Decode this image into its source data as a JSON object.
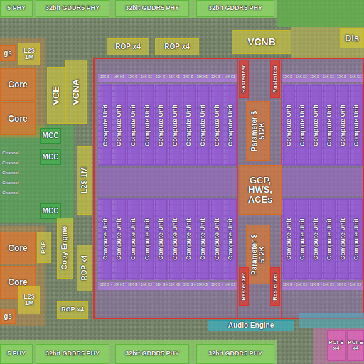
{
  "diagram": {
    "nodes": [
      {
        "text": [
          "5 PHY"
        ]
      },
      {
        "text": [
          "32bit GDDR5 PHY"
        ]
      },
      {
        "text": [
          "32bit GDDR5 PHY"
        ]
      },
      {
        "text": [
          "32bit GDDR5 PHY"
        ]
      },
      {
        "text": [
          "ROP x4"
        ]
      },
      {
        "text": [
          "ROP x4"
        ]
      },
      {
        "text": [
          "VCNB"
        ]
      },
      {
        "text": [
          "Dis"
        ]
      },
      {
        "text": [
          "gs"
        ]
      },
      {
        "text": [
          "L2$ 1M"
        ]
      },
      {
        "text": [
          "Core"
        ]
      },
      {
        "text": [
          "Core"
        ]
      },
      {
        "text": [
          "VCE"
        ]
      },
      {
        "text": [
          "VCNA"
        ]
      },
      {
        "text": [
          "MCC"
        ]
      },
      {
        "text": [
          "MCC"
        ]
      },
      {
        "text": [
          "L2$ 1M"
        ]
      },
      {
        "text": [
          "MCC"
        ]
      },
      {
        "text": [
          "Core"
        ]
      },
      {
        "text": [
          "PSP"
        ]
      },
      {
        "text": [
          "Copy Engine"
        ]
      },
      {
        "text": [
          "ROP x4"
        ]
      },
      {
        "text": [
          "Core"
        ]
      },
      {
        "text": [
          "L2$ 1M"
        ]
      },
      {
        "text": [
          "gs"
        ]
      },
      {
        "text": [
          "ROP x4"
        ]
      },
      {
        "text": [
          "Rasterizer"
        ]
      },
      {
        "text": [
          "Rasterizer"
        ]
      },
      {
        "text": [
          "Parameter $ 512K"
        ]
      },
      {
        "text": [
          "GCP, HWS, ACEs"
        ]
      },
      {
        "text": [
          "Parameter $ 512K"
        ]
      },
      {
        "text": [
          "Rasterizer"
        ]
      },
      {
        "text": [
          "Rasterizer"
        ]
      },
      {
        "text": [
          "Audio Engine"
        ]
      },
      {
        "text": [
          "PCI-E x4"
        ]
      },
      {
        "text": [
          "PCI-E x4"
        ]
      },
      {
        "text": [
          "5 PHY"
        ]
      },
      {
        "text": [
          "32bit GDDR5 PHY"
        ]
      },
      {
        "text": [
          "32bit GDDR5 PHY"
        ]
      },
      {
        "text": [
          "32bit GDDR5 PHY"
        ]
      },
      {
        "text": [
          "Compute Unit"
        ]
      },
      {
        "text": [
          "Compute Unit"
        ]
      },
      {
        "text": [
          "Compute Unit"
        ]
      },
      {
        "text": [
          "Compute Unit"
        ]
      },
      {
        "text": [
          "Compute Unit"
        ]
      },
      {
        "text": [
          "Compute Unit"
        ]
      },
      {
        "text": [
          "Compute Unit"
        ]
      },
      {
        "text": [
          "Compute Unit"
        ]
      },
      {
        "text": [
          "Compute Unit"
        ]
      },
      {
        "text": [
          "Compute Unit"
        ]
      },
      {
        "text": [
          "Compute Unit"
        ]
      },
      {
        "text": [
          "Compute Unit"
        ]
      },
      {
        "text": [
          "Compute Unit"
        ]
      },
      {
        "text": [
          "Compute Unit"
        ]
      },
      {
        "text": [
          "Compute Unit"
        ]
      },
      {
        "text": [
          "Compute Unit"
        ]
      },
      {
        "text": [
          "Compute Unit"
        ]
      },
      {
        "text": [
          "Compute Unit"
        ]
      },
      {
        "text": [
          "Compute Unit"
        ]
      },
      {
        "text": [
          "Compute Unit"
        ]
      },
      {
        "text": [
          "Compute Unit"
        ]
      },
      {
        "text": [
          "Compute Unit"
        ]
      },
      {
        "text": [
          "Compute Unit"
        ]
      },
      {
        "text": [
          "Compute Unit"
        ]
      },
      {
        "text": [
          "Compute Unit"
        ]
      },
      {
        "text": [
          "Compute Unit"
        ]
      },
      {
        "text": [
          "Compute Unit"
        ]
      },
      {
        "text": [
          "Compute Unit"
        ]
      },
      {
        "text": [
          "Compute Unit"
        ]
      },
      {
        "text": [
          "Compute Unit"
        ]
      },
      {
        "text": [
          "Compute Unit"
        ]
      },
      {
        "text": [
          "Compute Unit"
        ]
      }
    ],
    "labels": [
      "Channel",
      "Channel",
      "Channel",
      "Channel",
      "Channel",
      "32K I$ + 16K K$",
      "32K I$ + 16K K$",
      "32K I$ + 16K K$",
      "32K I$ + 16K K$",
      "32K I$ + 16K K$",
      "32K I$ + 16K K$",
      "32K I$ + 16K K$",
      "32K I$ + 16K K$",
      "32K I$ + 16K K$",
      "32K I$ + 16K K$",
      "32K I$ + 16K K$",
      "32K I$ + 16K K$",
      "32K I$ + 16K K$",
      "32K I$ + 16K K$",
      "32K I$ + 16K K$",
      "32K I$ + 16K K$"
    ]
  }
}
